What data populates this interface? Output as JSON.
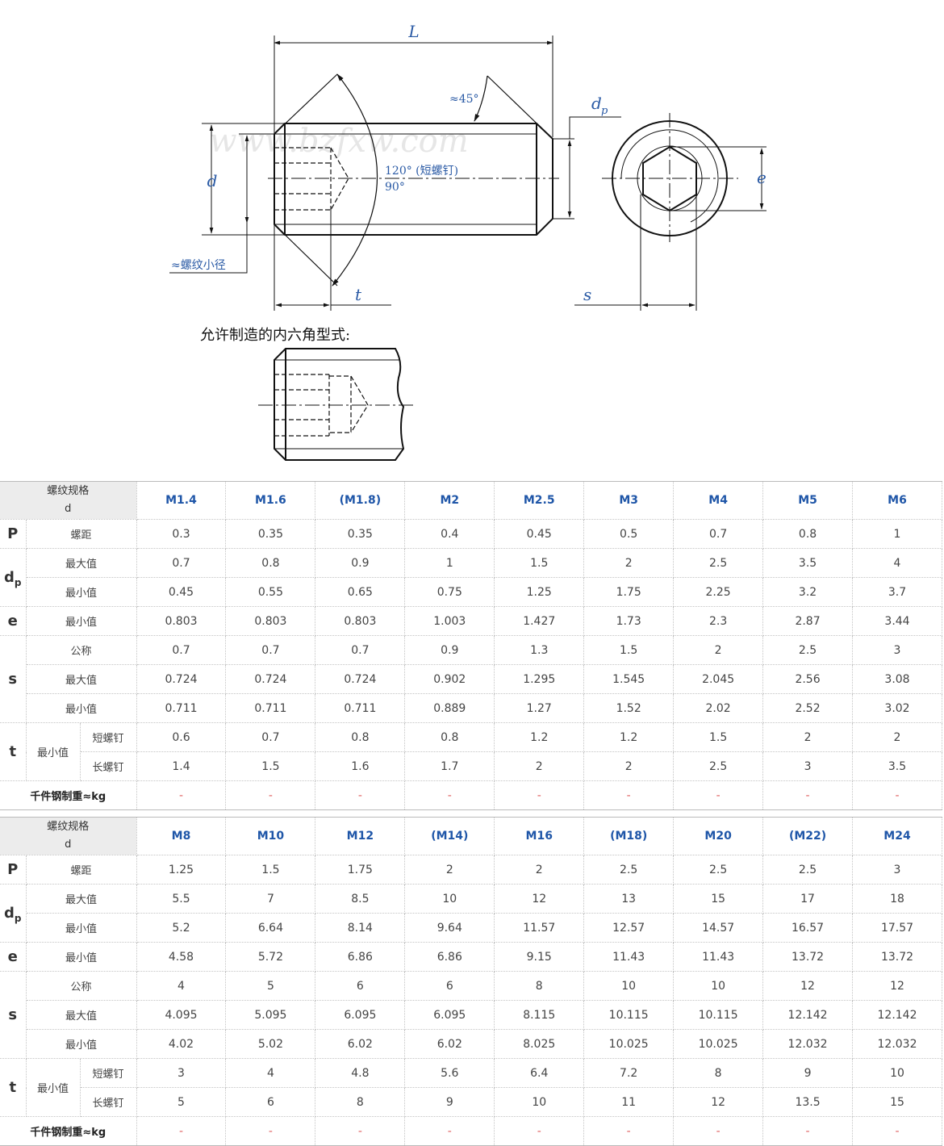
{
  "drawing": {
    "labels": {
      "L": "L",
      "d": "d",
      "dp": "d",
      "dp_sub": "p",
      "e": "e",
      "t": "t",
      "s": "s",
      "angle45": "≈45°",
      "angle120": "120° (短螺钉)",
      "angle90": "90°",
      "minor_dia": "≈螺纹小径",
      "watermark": "www.bzfxw.com"
    },
    "allowed_caption": "允许制造的内六角型式:"
  },
  "tables": [
    {
      "header_label_1": "螺纹规格",
      "header_label_2": "d",
      "sizes": [
        "M1.4",
        "M1.6",
        "(M1.8)",
        "M2",
        "M2.5",
        "M3",
        "M4",
        "M5",
        "M6"
      ],
      "rows": [
        {
          "sym": "P",
          "sub": "",
          "label": "螺距",
          "values": [
            "0.3",
            "0.35",
            "0.35",
            "0.4",
            "0.45",
            "0.5",
            "0.7",
            "0.8",
            "1"
          ]
        },
        {
          "sym": "d",
          "sub": "p",
          "label": "最大值",
          "values": [
            "0.7",
            "0.8",
            "0.9",
            "1",
            "1.5",
            "2",
            "2.5",
            "3.5",
            "4"
          ]
        },
        {
          "sym": "",
          "sub": "",
          "label": "最小值",
          "values": [
            "0.45",
            "0.55",
            "0.65",
            "0.75",
            "1.25",
            "1.75",
            "2.25",
            "3.2",
            "3.7"
          ]
        },
        {
          "sym": "e",
          "sub": "",
          "label": "最小值",
          "values": [
            "0.803",
            "0.803",
            "0.803",
            "1.003",
            "1.427",
            "1.73",
            "2.3",
            "2.87",
            "3.44"
          ]
        },
        {
          "sym": "s",
          "sub": "",
          "label": "公称",
          "values": [
            "0.7",
            "0.7",
            "0.7",
            "0.9",
            "1.3",
            "1.5",
            "2",
            "2.5",
            "3"
          ]
        },
        {
          "sym": "",
          "sub": "",
          "label": "最大值",
          "values": [
            "0.724",
            "0.724",
            "0.724",
            "0.902",
            "1.295",
            "1.545",
            "2.045",
            "2.56",
            "3.08"
          ]
        },
        {
          "sym": "",
          "sub": "",
          "label": "最小值",
          "values": [
            "0.711",
            "0.711",
            "0.711",
            "0.889",
            "1.27",
            "1.52",
            "2.02",
            "2.52",
            "3.02"
          ]
        },
        {
          "sym": "t",
          "sub": "最小值",
          "label": "短螺钉",
          "values": [
            "0.6",
            "0.7",
            "0.8",
            "0.8",
            "1.2",
            "1.2",
            "1.5",
            "2",
            "2"
          ]
        },
        {
          "sym": "",
          "sub": "",
          "label": "长螺钉",
          "values": [
            "1.4",
            "1.5",
            "1.6",
            "1.7",
            "2",
            "2",
            "2.5",
            "3",
            "3.5"
          ]
        }
      ],
      "weight_label": "千件钢制重≈kg",
      "weights": [
        "-",
        "-",
        "-",
        "-",
        "-",
        "-",
        "-",
        "-",
        "-"
      ]
    },
    {
      "header_label_1": "螺纹规格",
      "header_label_2": "d",
      "sizes": [
        "M8",
        "M10",
        "M12",
        "(M14)",
        "M16",
        "(M18)",
        "M20",
        "(M22)",
        "M24"
      ],
      "rows": [
        {
          "sym": "P",
          "sub": "",
          "label": "螺距",
          "values": [
            "1.25",
            "1.5",
            "1.75",
            "2",
            "2",
            "2.5",
            "2.5",
            "2.5",
            "3"
          ]
        },
        {
          "sym": "d",
          "sub": "p",
          "label": "最大值",
          "values": [
            "5.5",
            "7",
            "8.5",
            "10",
            "12",
            "13",
            "15",
            "17",
            "18"
          ]
        },
        {
          "sym": "",
          "sub": "",
          "label": "最小值",
          "values": [
            "5.2",
            "6.64",
            "8.14",
            "9.64",
            "11.57",
            "12.57",
            "14.57",
            "16.57",
            "17.57"
          ]
        },
        {
          "sym": "e",
          "sub": "",
          "label": "最小值",
          "values": [
            "4.58",
            "5.72",
            "6.86",
            "6.86",
            "9.15",
            "11.43",
            "11.43",
            "13.72",
            "13.72"
          ]
        },
        {
          "sym": "s",
          "sub": "",
          "label": "公称",
          "values": [
            "4",
            "5",
            "6",
            "6",
            "8",
            "10",
            "10",
            "12",
            "12"
          ]
        },
        {
          "sym": "",
          "sub": "",
          "label": "最大值",
          "values": [
            "4.095",
            "5.095",
            "6.095",
            "6.095",
            "8.115",
            "10.115",
            "10.115",
            "12.142",
            "12.142"
          ]
        },
        {
          "sym": "",
          "sub": "",
          "label": "最小值",
          "values": [
            "4.02",
            "5.02",
            "6.02",
            "6.02",
            "8.025",
            "10.025",
            "10.025",
            "12.032",
            "12.032"
          ]
        },
        {
          "sym": "t",
          "sub": "最小值",
          "label": "短螺钉",
          "values": [
            "3",
            "4",
            "4.8",
            "5.6",
            "6.4",
            "7.2",
            "8",
            "9",
            "10"
          ]
        },
        {
          "sym": "",
          "sub": "",
          "label": "长螺钉",
          "values": [
            "5",
            "6",
            "8",
            "9",
            "10",
            "11",
            "12",
            "13.5",
            "15"
          ]
        }
      ],
      "weight_label": "千件钢制重≈kg",
      "weights": [
        "-",
        "-",
        "-",
        "-",
        "-",
        "-",
        "-",
        "-",
        "-"
      ]
    }
  ]
}
